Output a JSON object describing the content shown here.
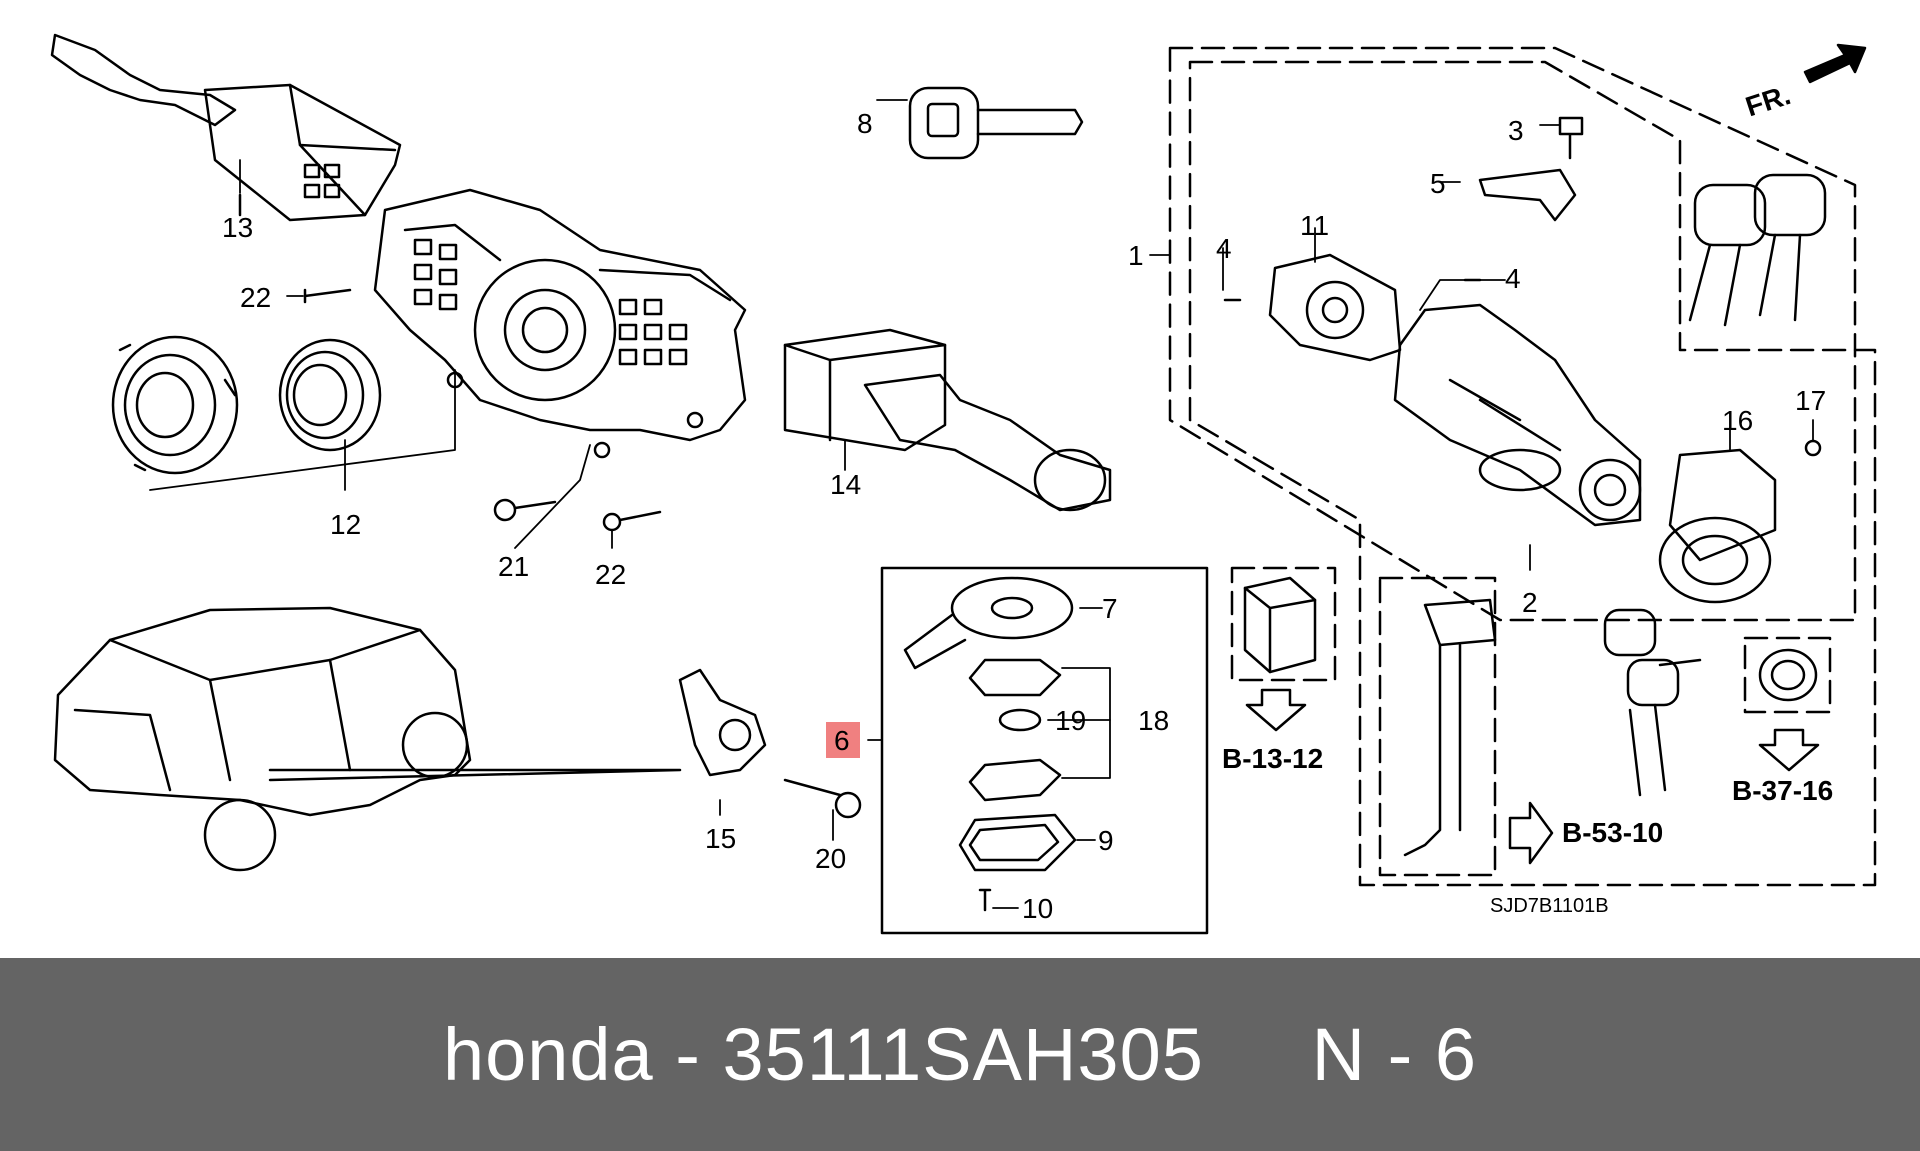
{
  "diagram": {
    "callouts": {
      "c1": "1",
      "c2": "2",
      "c3": "3",
      "c4a": "4",
      "c4b": "4",
      "c5": "5",
      "c6": "6",
      "c7": "7",
      "c8": "8",
      "c9": "9",
      "c10": "10",
      "c11": "11",
      "c12": "12",
      "c13": "13",
      "c14": "14",
      "c15": "15",
      "c16": "16",
      "c17": "17",
      "c18": "18",
      "c19": "19",
      "c20": "20",
      "c21": "21",
      "c22a": "22",
      "c22b": "22"
    },
    "refs": {
      "r1": "B-13-12",
      "r2": "B-53-10",
      "r3": "B-37-16"
    },
    "front_label": "FR.",
    "diagram_code": "SJD7B1101B",
    "highlight_color": "#f08080"
  },
  "footer": {
    "text": "honda - 35111SAH305     N - 6"
  }
}
